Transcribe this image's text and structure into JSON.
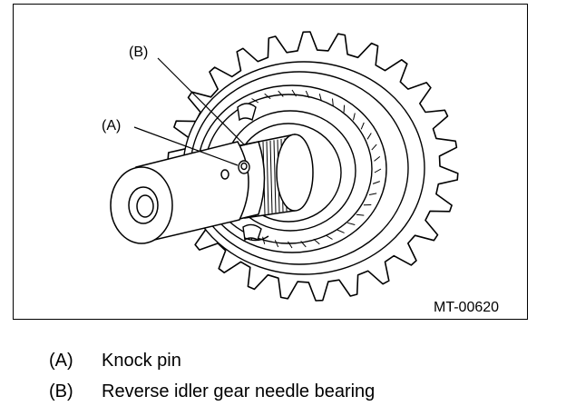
{
  "figure": {
    "code": "MT-00620",
    "callouts": [
      {
        "key": "(A)"
      },
      {
        "key": "(B)"
      }
    ]
  },
  "legend": {
    "items": [
      {
        "key": "(A)",
        "text": "Knock pin"
      },
      {
        "key": "(B)",
        "text": "Reverse idler gear needle bearing"
      }
    ]
  },
  "icons": [
    "gear-illustration"
  ]
}
